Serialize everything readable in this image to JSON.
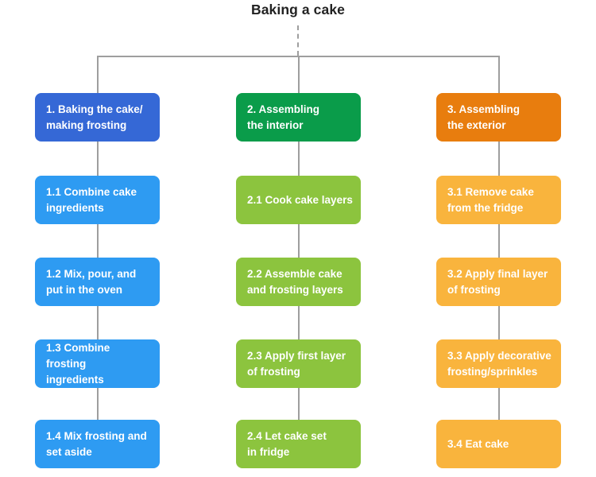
{
  "title": "Baking a cake",
  "colors": {
    "background": "#ffffff",
    "title_text": "#222222",
    "connector": "#9e9e9e",
    "node_text": "#ffffff",
    "column1_header_bg": "#3568d6",
    "column1_item_bg": "#2e9bf2",
    "column2_header_bg": "#0a9c4a",
    "column2_item_bg": "#8cc43e",
    "column3_header_bg": "#e87d0e",
    "column3_item_bg": "#f9b43d"
  },
  "columns": [
    {
      "header": {
        "label": "1. Baking the cake/\nmaking frosting"
      },
      "items": [
        {
          "label": "1.1 Combine cake\ningredients"
        },
        {
          "label": "1.2 Mix, pour, and\nput in the oven"
        },
        {
          "label": "1.3 Combine frosting\ningredients"
        },
        {
          "label": "1.4 Mix frosting and\nset aside"
        }
      ]
    },
    {
      "header": {
        "label": "2. Assembling\nthe interior"
      },
      "items": [
        {
          "label": "2.1 Cook cake layers"
        },
        {
          "label": "2.2 Assemble cake\nand frosting layers"
        },
        {
          "label": "2.3 Apply first layer\nof frosting"
        },
        {
          "label": "2.4 Let cake set\nin fridge"
        }
      ]
    },
    {
      "header": {
        "label": "3. Assembling\nthe exterior"
      },
      "items": [
        {
          "label": "3.1 Remove cake\nfrom the fridge"
        },
        {
          "label": "3.2 Apply final layer\nof frosting"
        },
        {
          "label": "3.3 Apply decorative\nfrosting/sprinkles"
        },
        {
          "label": "3.4 Eat cake"
        }
      ]
    }
  ]
}
